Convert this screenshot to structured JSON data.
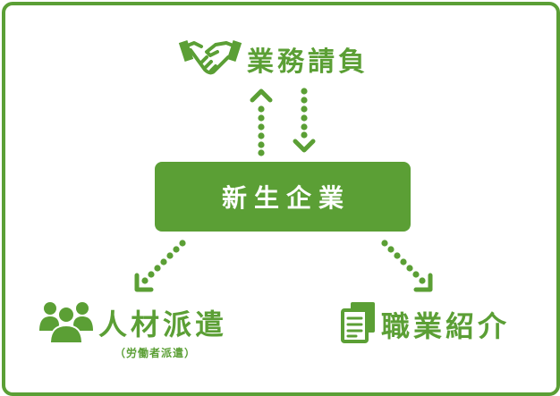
{
  "colors": {
    "accent": "#5b9f35",
    "text_on_accent": "#ffffff",
    "background": "#ffffff"
  },
  "nodes": {
    "top": {
      "label": "業務請負",
      "icon": "handshake-icon"
    },
    "center": {
      "label": "新生企業"
    },
    "bottom_left": {
      "label": "人材派遣",
      "sublabel": "（労働者派遣）",
      "icon": "people-group-icon"
    },
    "bottom_right": {
      "label": "職業紹介",
      "icon": "documents-icon"
    }
  }
}
